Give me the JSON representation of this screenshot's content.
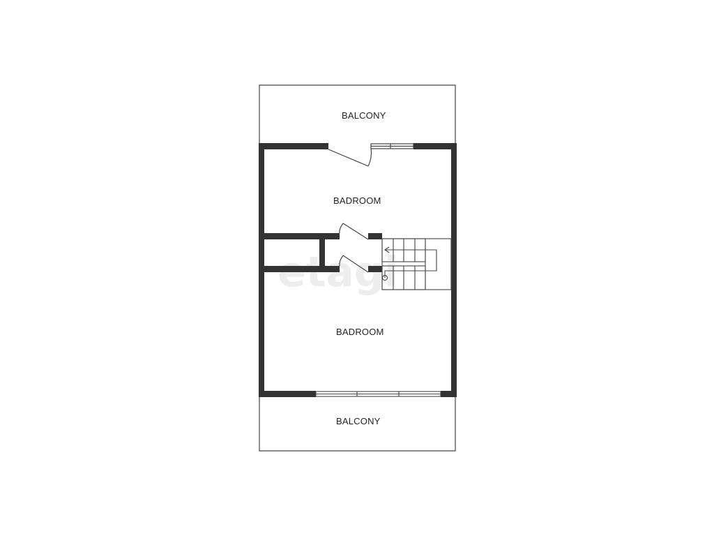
{
  "rooms": {
    "balcony_top": "BALCONY",
    "bedroom_top": "BADROOM",
    "bedroom_bottom": "BADROOM",
    "balcony_bottom": "BALCONY"
  },
  "watermark": "etagi",
  "colors": {
    "wall": "#333333",
    "line": "#444444",
    "background": "#ffffff",
    "watermark": "#d9d9d9"
  }
}
